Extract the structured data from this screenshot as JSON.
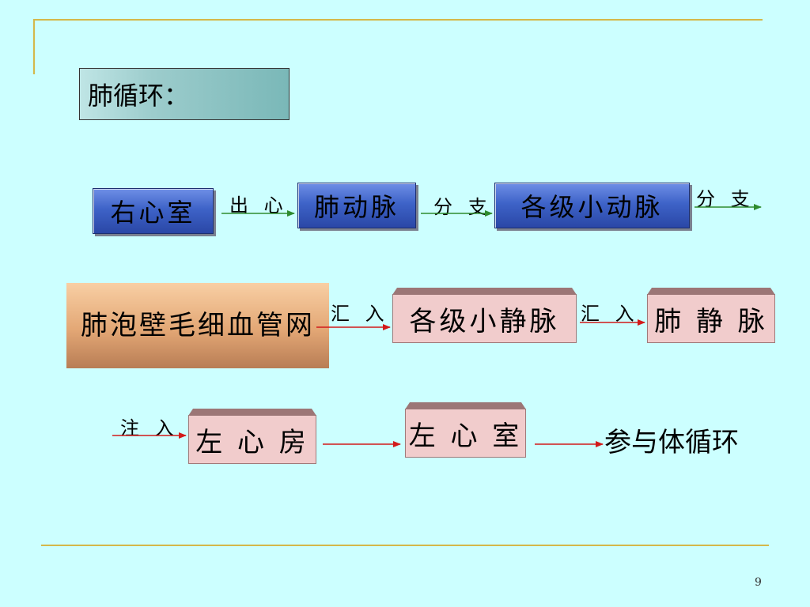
{
  "title": "肺循环：",
  "row1": {
    "nodes": [
      "右心室",
      "肺动脉",
      "各级小动脉"
    ],
    "labels": [
      "出 心",
      "分 支",
      "分 支"
    ]
  },
  "row2": {
    "nodes": [
      "肺泡壁毛细血管网",
      "各级小静脉",
      "肺 静 脉"
    ],
    "labels": [
      "汇 入",
      "汇 入"
    ]
  },
  "row3": {
    "label": "注 入",
    "nodes": [
      "左 心 房",
      "左 心 室"
    ],
    "final": "参与体循环"
  },
  "colors": {
    "background": "#ccffff",
    "accent_line": "#d4b84a",
    "green_arrow": "#2e8b2e",
    "red_arrow": "#d21a1a"
  },
  "page_number": "9"
}
